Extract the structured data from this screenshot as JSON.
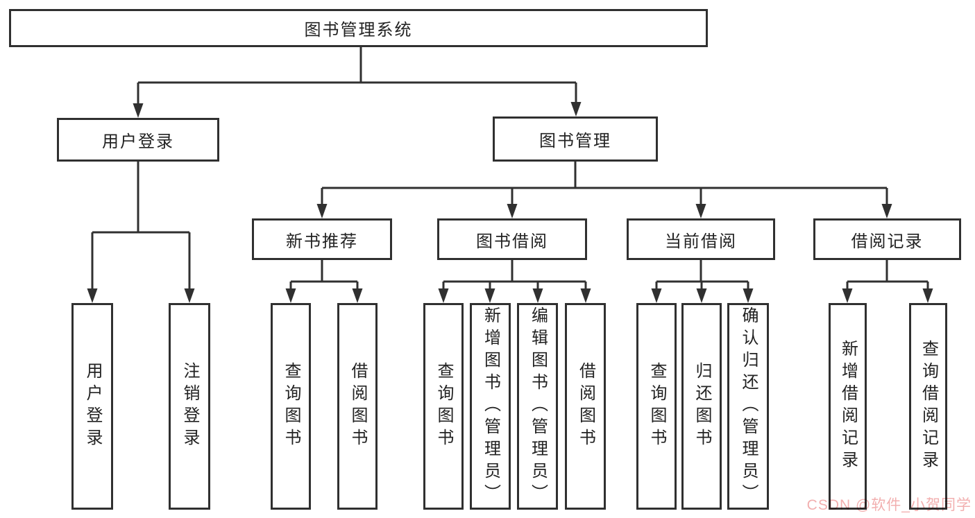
{
  "tree": {
    "label": "图书管理系统",
    "children": [
      {
        "label": "用户登录",
        "children": [
          {
            "label": "用户登录"
          },
          {
            "label": "注销登录"
          }
        ]
      },
      {
        "label": "图书管理",
        "children": [
          {
            "label": "新书推荐",
            "children": [
              {
                "label": "查询图书"
              },
              {
                "label": "借阅图书"
              }
            ]
          },
          {
            "label": "图书借阅",
            "children": [
              {
                "label": "查询图书"
              },
              {
                "label": "新增图书（管理员）"
              },
              {
                "label": "编辑图书（管理员）"
              },
              {
                "label": "借阅图书"
              }
            ]
          },
          {
            "label": "当前借阅",
            "children": [
              {
                "label": "查询图书"
              },
              {
                "label": "归还图书"
              },
              {
                "label": "确认归还（管理员）"
              }
            ]
          },
          {
            "label": "借阅记录",
            "children": [
              {
                "label": "新增借阅记录"
              },
              {
                "label": "查询借阅记录"
              }
            ]
          }
        ]
      }
    ]
  },
  "watermark": {
    "text": "CSDN @软件_小贺同学",
    "color": "#f2afaf"
  },
  "colors": {
    "line": "#303030",
    "border": "#303030",
    "text": "#222222",
    "background": "#ffffff"
  }
}
